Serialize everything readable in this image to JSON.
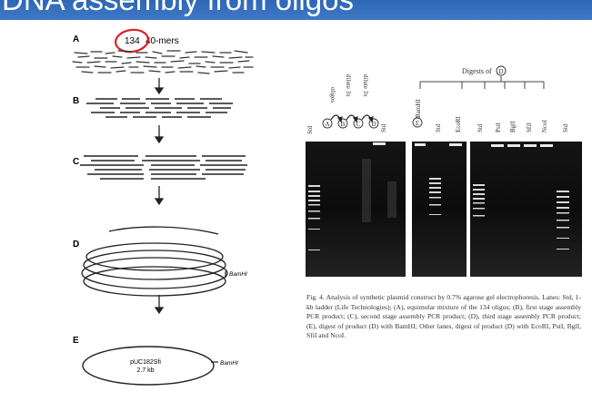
{
  "slide": {
    "title": "DNA assembly from oligos"
  },
  "figure_left": {
    "panel_labels": [
      "A",
      "B",
      "C",
      "D",
      "E"
    ],
    "oligo_count": "134",
    "oligo_type": "40-mers",
    "panel_d_site": "BamHI",
    "plasmid_name": "pUC182Sfi",
    "plasmid_size": "2.7 kb",
    "panel_e_site": "BamHI"
  },
  "figure_right": {
    "digests_label": "Digests of",
    "digests_product": "D",
    "lanes_group1": [
      "Std",
      "oligos",
      "dilute 3x",
      "dilute 3x",
      "Std"
    ],
    "lanes_group1_circles": [
      "A",
      "B",
      "C",
      "D"
    ],
    "lanes_group2": [
      "BamHI",
      "Std",
      "EcoRI"
    ],
    "lanes_group2_circle": "E",
    "lanes_group3": [
      "Std",
      "PstI",
      "BglI",
      "SfiI",
      "NcoI",
      "Std"
    ]
  },
  "caption": {
    "text": "Fig. 4. Analysis of synthetic plasmid construct by 0.7% agarose gel electrophoresis. Lanes: Std, 1-kb ladder (Life Technologies); (A), equimolar mixture of the 134 oligos; (B), first stage assembly PCR product; (C), second stage assembly PCR product; (D), third stage assembly PCR product; (E), digest of product (D) with BamHI; Other lanes, digest of product (D) with EcoRI, PstI, BglI, SfiI and NcoI."
  }
}
